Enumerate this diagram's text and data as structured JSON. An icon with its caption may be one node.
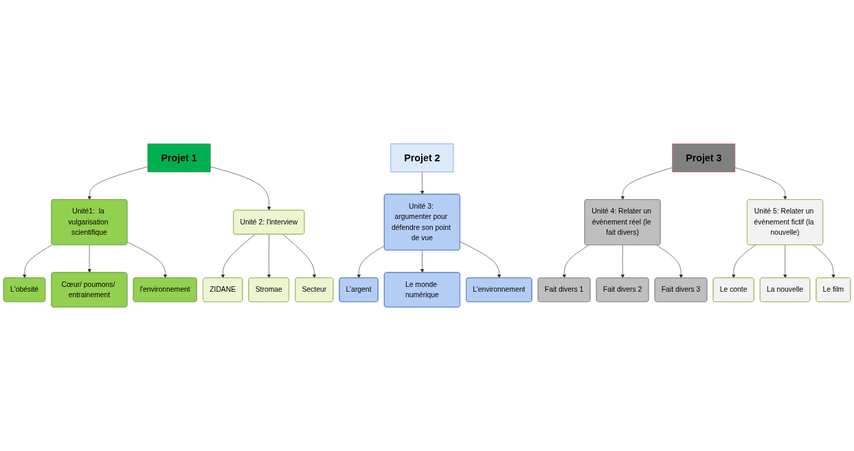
{
  "diagram": {
    "nodes": [
      {
        "text": [
          "Projet 1"
        ]
      },
      {
        "text": [
          "Projet 2"
        ]
      },
      {
        "text": [
          "Projet 3"
        ]
      },
      {
        "text": [
          "Unité1:  la vulgarisation scientifique"
        ]
      },
      {
        "text": [
          "Unité 2: l'interview"
        ]
      },
      {
        "text": [
          "Unité 3: argumenter pour défendre son point de vue"
        ]
      },
      {
        "text": [
          "Unité 4: Relater un évènement réel (le fait divers)"
        ]
      },
      {
        "text": [
          "Unité 5: Relater un évènement fictif (la nouvelle)"
        ]
      },
      {
        "text": [
          "L'obésité"
        ]
      },
      {
        "text": [
          "Cœur/ poumons/ entrainement"
        ]
      },
      {
        "text": [
          "l'environnement"
        ]
      },
      {
        "text": [
          "ZIDANE"
        ]
      },
      {
        "text": [
          "Stromae"
        ]
      },
      {
        "text": [
          "Secteur"
        ]
      },
      {
        "text": [
          "L’argent"
        ]
      },
      {
        "text": [
          "Le monde numérique"
        ]
      },
      {
        "text": [
          "L’environnement"
        ]
      },
      {
        "text": [
          "Fait divers 1"
        ]
      },
      {
        "text": [
          "Fait divers 2"
        ]
      },
      {
        "text": [
          "Fait divers 3"
        ]
      },
      {
        "text": [
          "Le conte"
        ]
      },
      {
        "text": [
          "La nouvelle"
        ]
      },
      {
        "text": [
          "Le film"
        ]
      }
    ],
    "edges": [
      {
        "from": 0,
        "to": 3,
        "arrow": "to"
      },
      {
        "from": 0,
        "to": 4,
        "arrow": "to"
      },
      {
        "from": 1,
        "to": 5,
        "arrow": "to"
      },
      {
        "from": 2,
        "to": 6,
        "arrow": "to"
      },
      {
        "from": 2,
        "to": 7,
        "arrow": "to"
      },
      {
        "from": 3,
        "to": 8,
        "arrow": "to"
      },
      {
        "from": 3,
        "to": 9,
        "arrow": "to"
      },
      {
        "from": 3,
        "to": 10,
        "arrow": "to"
      },
      {
        "from": 4,
        "to": 11,
        "arrow": "to"
      },
      {
        "from": 4,
        "to": 12,
        "arrow": "to"
      },
      {
        "from": 4,
        "to": 13,
        "arrow": "to"
      },
      {
        "from": 5,
        "to": 14,
        "arrow": "to"
      },
      {
        "from": 5,
        "to": 15,
        "arrow": "to"
      },
      {
        "from": 5,
        "to": 16,
        "arrow": "to"
      },
      {
        "from": 6,
        "to": 17,
        "arrow": "to"
      },
      {
        "from": 6,
        "to": 18,
        "arrow": "to"
      },
      {
        "from": 6,
        "to": 19,
        "arrow": "to"
      },
      {
        "from": 7,
        "to": 20,
        "arrow": "to"
      },
      {
        "from": 7,
        "to": 21,
        "arrow": "to"
      },
      {
        "from": 7,
        "to": 22,
        "arrow": "to"
      }
    ]
  }
}
